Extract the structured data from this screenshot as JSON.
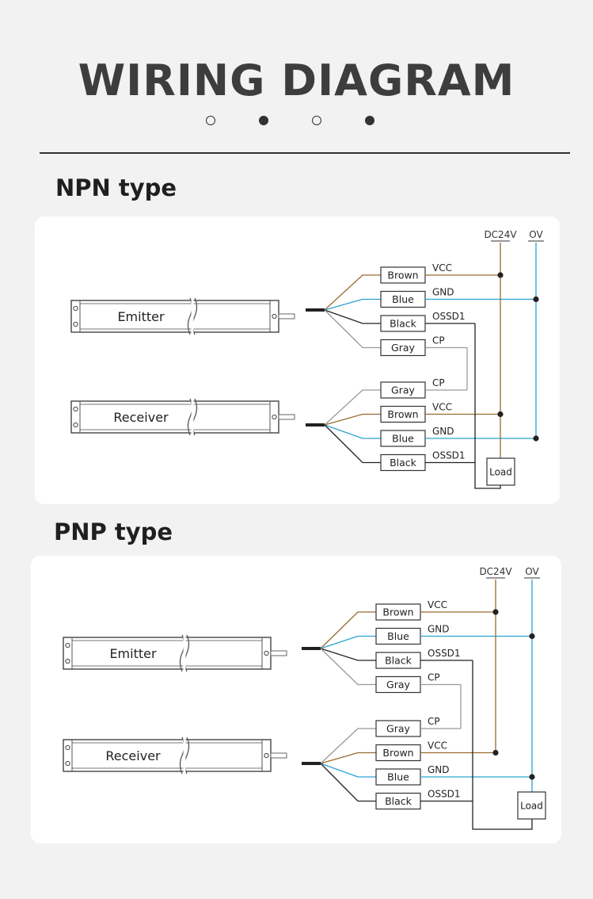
{
  "header": {
    "title": "WIRING DIAGRAM",
    "dots": [
      "hollow",
      "filled",
      "hollow",
      "filled"
    ]
  },
  "colors": {
    "brown": "#9a6a2e",
    "blue": "#2aa3d1",
    "black": "#222222",
    "gray": "#999999",
    "text": "#333333"
  },
  "sections": [
    {
      "title": "NPN type",
      "emitter_label": "Emitter",
      "receiver_label": "Receiver",
      "dc_label": "DC24V",
      "ov_label": "OV",
      "load_label": "Load",
      "emitter_wires": [
        {
          "color": "Brown",
          "signal": "VCC"
        },
        {
          "color": "Blue",
          "signal": "GND"
        },
        {
          "color": "Black",
          "signal": "OSSD1"
        },
        {
          "color": "Gray",
          "signal": "CP"
        }
      ],
      "receiver_wires": [
        {
          "color": "Gray",
          "signal": "CP"
        },
        {
          "color": "Brown",
          "signal": "VCC"
        },
        {
          "color": "Blue",
          "signal": "GND"
        },
        {
          "color": "Black",
          "signal": "OSSD1"
        }
      ]
    },
    {
      "title": "PNP type",
      "emitter_label": "Emitter",
      "receiver_label": "Receiver",
      "dc_label": "DC24V",
      "ov_label": "OV",
      "load_label": "Load",
      "emitter_wires": [
        {
          "color": "Brown",
          "signal": "VCC"
        },
        {
          "color": "Blue",
          "signal": "GND"
        },
        {
          "color": "Black",
          "signal": "OSSD1"
        },
        {
          "color": "Gray",
          "signal": "CP"
        }
      ],
      "receiver_wires": [
        {
          "color": "Gray",
          "signal": "CP"
        },
        {
          "color": "Brown",
          "signal": "VCC"
        },
        {
          "color": "Blue",
          "signal": "GND"
        },
        {
          "color": "Black",
          "signal": "OSSD1"
        }
      ]
    }
  ]
}
